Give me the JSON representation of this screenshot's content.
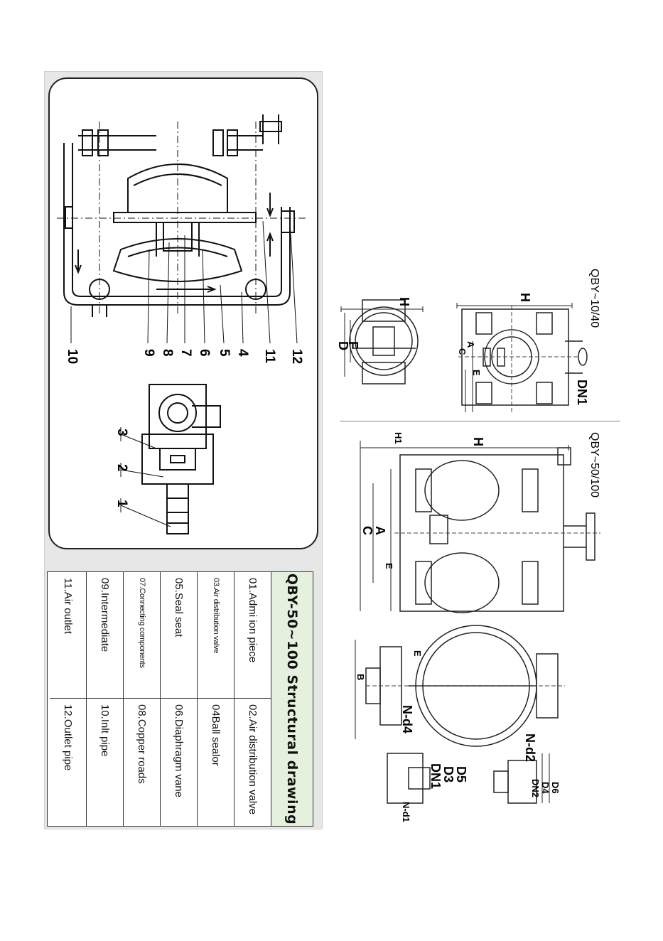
{
  "left": {
    "callouts": [
      "10",
      "9",
      "8",
      "7",
      "6",
      "5",
      "4",
      "11",
      "12"
    ],
    "valve_callouts": [
      "3",
      "2",
      "1"
    ]
  },
  "parts_table": {
    "title": "QBY-50~100  Structural drawing",
    "rows": [
      [
        "01.Admi ion piece",
        "02.Air distribution valve"
      ],
      [
        "03.Air distribution valve",
        "04Ball sealor"
      ],
      [
        "05.Seal seat",
        "06.Diaphragm vane"
      ],
      [
        "07.Connecting components",
        "08.Copper roads"
      ],
      [
        "09.Intermediate",
        "10.Inlt pipe"
      ],
      [
        "11.Air outlet",
        "12.Outlet pipe"
      ]
    ]
  },
  "right": {
    "model_top": "QBY~10/40",
    "model_bottom": "QBY~50/100",
    "top_labels": {
      "H1": "H",
      "H2": "H",
      "A": "A",
      "C": "C",
      "E": "E",
      "F": "F",
      "D": "D",
      "DN1": "DN1"
    },
    "bottom_labels": {
      "H": "H",
      "H1": "H1",
      "A": "A",
      "C": "C",
      "E": "E",
      "E2": "E",
      "B": "B",
      "Nd4": "N-d4",
      "Nd2": "N-d2",
      "Nd1": "N-d1",
      "D5": "D5",
      "D3": "D3",
      "DN1": "DN1",
      "D6": "D6",
      "D4": "D4",
      "DN2": "DN2"
    }
  }
}
